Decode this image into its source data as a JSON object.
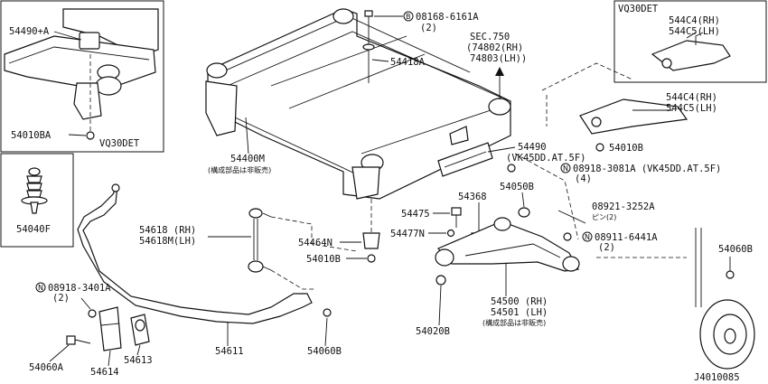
{
  "inset_top_left": {
    "part_upper": "54490+A",
    "part_lower": "54010BA",
    "variant": "VQ30DET"
  },
  "inset_bottom_left": {
    "part": "54040F"
  },
  "inset_top_right": {
    "variant": "VQ30DET",
    "part_rh": "544C4(RH)",
    "part_lh": "544C5(LH)"
  },
  "labels": {
    "bolt_code": "08168-6161A",
    "bolt_qty": "(2)",
    "p54418a": "54418A",
    "sec_title": "SEC.750",
    "sec_rh": "(74802(RH)",
    "sec_lh": "74803(LH))",
    "p544c4": "544C4(RH)",
    "p544c5": "544C5(LH)",
    "p54010b_r": "54010B",
    "p54400m": "54400M",
    "p54400m_note": "(構成部品は非販売)",
    "p54490": "54490",
    "p54490_note": "(VK45DD.AT.5F)",
    "nut_code": "08918-3081A (VK45DD.AT.5F)",
    "nut_qty": "(4)",
    "p54368": "54368",
    "p54050b": "54050B",
    "pin_code": "08921-3252A",
    "pin_note": "ピン(2)",
    "p54475": "54475",
    "p54477n": "54477N",
    "p54618": "54618 (RH)",
    "p54618m": "54618M(LH)",
    "p54464n": "54464N",
    "p54010b_c": "54010B",
    "nut2_code": "08911-6441A",
    "nut2_qty": "(2)",
    "p54060b_r": "54060B",
    "nut3_code": "08918-3401A",
    "nut3_qty": "(2)",
    "p54500": "54500 (RH)",
    "p54501": "54501 (LH)",
    "p54500_note": "(構成部品は非販売)",
    "p54020b": "54020B",
    "p54611": "54611",
    "p54060b_b": "54060B",
    "p54060a": "54060A",
    "p54614": "54614",
    "p54613": "54613",
    "drawing_id": "J4010085"
  },
  "symbols": {
    "bolt_prefix": "B",
    "nut_prefix": "N"
  },
  "arrows": {
    "sec_arrow": "up"
  }
}
